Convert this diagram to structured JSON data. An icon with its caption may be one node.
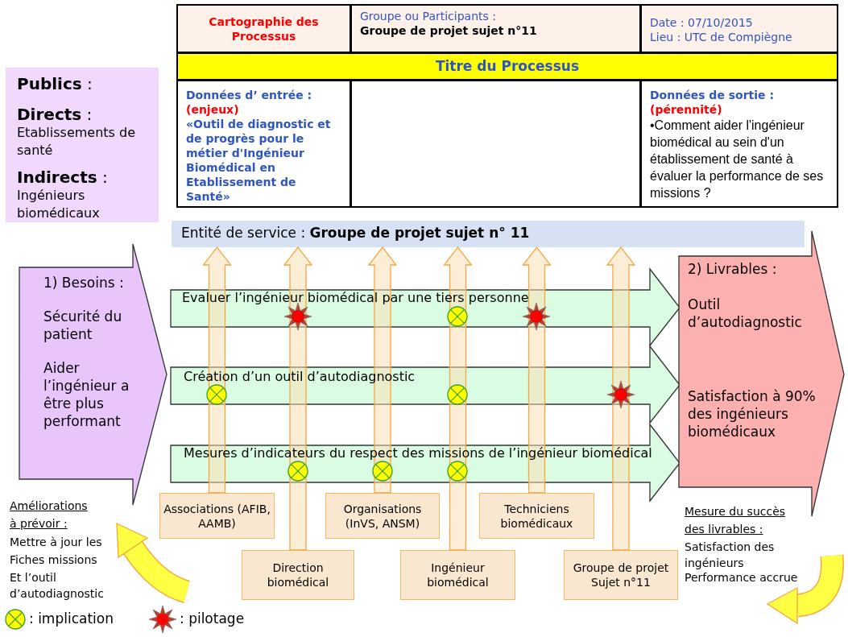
{
  "diagram": {
    "nodes": [
      {
        "text": [
          "Cartographie des Processus"
        ]
      },
      {
        "text": [
          "Groupe ou Participants :",
          "Groupe de projet sujet n°11"
        ]
      },
      {
        "text": [
          "Date : 07/10/2015",
          "Lieu : UTC de Compiègne"
        ]
      },
      {
        "text": [
          "Titre du Processus"
        ]
      },
      {
        "text": [
          "Données d’ entrée :",
          "(enjeux)",
          "«Outil de diagnostic et de progrès pour le métier d'Ingénieur Biomédical en Etablissement de Santé»"
        ]
      },
      {
        "text": [
          "Données de sortie :",
          "(pérennité)",
          "•Comment aider l'ingénieur biomédical au sein d'un établissement de santé à évaluer la performance de ses missions ?"
        ]
      },
      {
        "text": [
          "**Publics** :",
          "**Directs** :",
          "Etablissements de santé",
          "**Indirects** :",
          "Ingénieurs biomédicaux"
        ]
      },
      {
        "text": [
          "Entité de service : **Groupe de projet sujet n° 11**"
        ]
      },
      {
        "text": [
          "1) Besoins :",
          "Sécurité du patient",
          "Aider l’ingénieur a être plus performant"
        ]
      },
      {
        "text": [
          "Evaluer l’ingénieur biomédical par une tiers personne"
        ]
      },
      {
        "text": [
          "Création d’un outil d’autodiagnostic"
        ]
      },
      {
        "text": [
          "Mesures d’indicateurs du respect des missions de l’ingénieur biomédical"
        ]
      },
      {
        "text": [
          "2) Livrables :",
          "Outil d’autodiagnostic",
          "Satisfaction à 90% des ingénieurs biomédicaux"
        ]
      },
      {
        "text": [
          "Associations (AFIB, AAMB)"
        ]
      },
      {
        "text": [
          "Organisations (InVS, ANSM)"
        ]
      },
      {
        "text": [
          "Techniciens biomédicaux"
        ]
      },
      {
        "text": [
          "Direction biomédical"
        ]
      },
      {
        "text": [
          "Ingénieur biomédical"
        ]
      },
      {
        "text": [
          "Groupe de projet Sujet n°11"
        ]
      }
    ],
    "edges": [
      {
        "from": 13,
        "to": 7,
        "arrow": "to"
      },
      {
        "from": 14,
        "to": 7,
        "arrow": "to"
      },
      {
        "from": 15,
        "to": 7,
        "arrow": "to"
      },
      {
        "from": 16,
        "to": 7,
        "arrow": "to"
      },
      {
        "from": 17,
        "to": 7,
        "arrow": "to"
      },
      {
        "from": 18,
        "to": 7,
        "arrow": "to"
      }
    ],
    "labels": [
      "Améliorations à prévoir :",
      "Mettre à jour les",
      "Fiches missions",
      "Et l’outil d’autodiagnostic",
      "Mesure du succès des livrables :",
      "Satisfaction des ingénieurs",
      "Performance accrue"
    ],
    "legend": [
      {
        "text": ": implication"
      },
      {
        "text": ": pilotage"
      }
    ]
  }
}
